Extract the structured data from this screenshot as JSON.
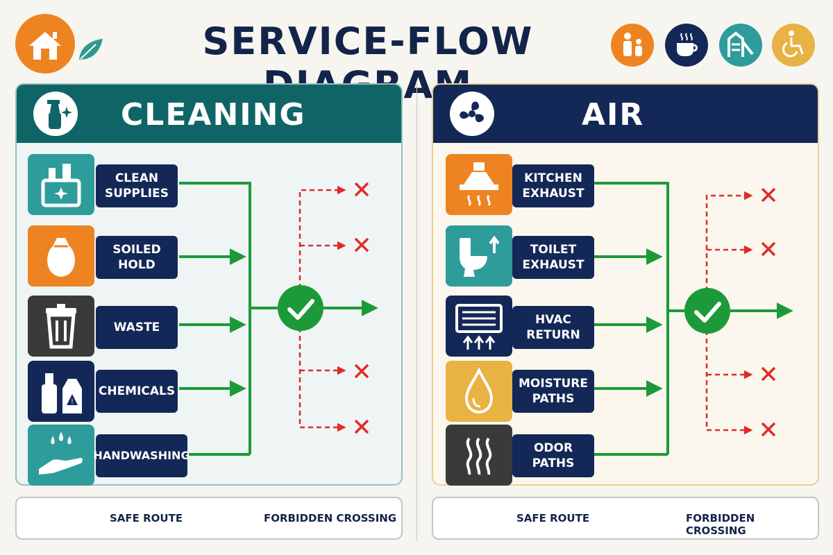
{
  "title": "SERVICE-FLOW DIAGRAM",
  "header_icons": [
    "home-leaf-icon",
    "family-icon",
    "coffee-cup-icon",
    "playground-icon",
    "wheelchair-icon"
  ],
  "colors": {
    "navy": "#132856",
    "teal": "#0f6566",
    "orange": "#ee8421",
    "green": "#1c9a39",
    "red": "#e02a2a",
    "gold": "#e8b245",
    "lightTeal": "#2e9c9b",
    "dark": "#3a3a3a"
  },
  "panels": {
    "cleaning": {
      "title": "CLEANING",
      "icon": "spray-bottle-icon",
      "rows": [
        {
          "label_lines": [
            "CLEAN",
            "SUPPLIES"
          ],
          "icon": "supply-basket-icon"
        },
        {
          "label_lines": [
            "SOILED",
            "HOLD"
          ],
          "icon": "soiled-bag-icon"
        },
        {
          "label_lines": [
            "WASTE"
          ],
          "icon": "trash-bin-icon"
        },
        {
          "label_lines": [
            "CHEMICALS"
          ],
          "icon": "chemical-bottles-icon"
        },
        {
          "label_lines": [
            "HANDWASHING"
          ],
          "icon": "handwashing-icon"
        }
      ]
    },
    "air": {
      "title": "AIR",
      "icon": "fan-icon",
      "rows": [
        {
          "label_lines": [
            "KITCHEN",
            "EXHAUST"
          ],
          "icon": "range-hood-icon"
        },
        {
          "label_lines": [
            "TOILET",
            "EXHAUST"
          ],
          "icon": "toilet-icon"
        },
        {
          "label_lines": [
            "HVAC",
            "RETURN"
          ],
          "icon": "hvac-vent-icon"
        },
        {
          "label_lines": [
            "MOISTURE",
            "PATHS"
          ],
          "icon": "water-drop-icon"
        },
        {
          "label_lines": [
            "ODOR",
            "PATHS"
          ],
          "icon": "odor-waves-icon"
        }
      ]
    }
  },
  "legend": {
    "safe": "SAFE ROUTE",
    "forbidden": "FORBIDDEN CROSSING"
  }
}
